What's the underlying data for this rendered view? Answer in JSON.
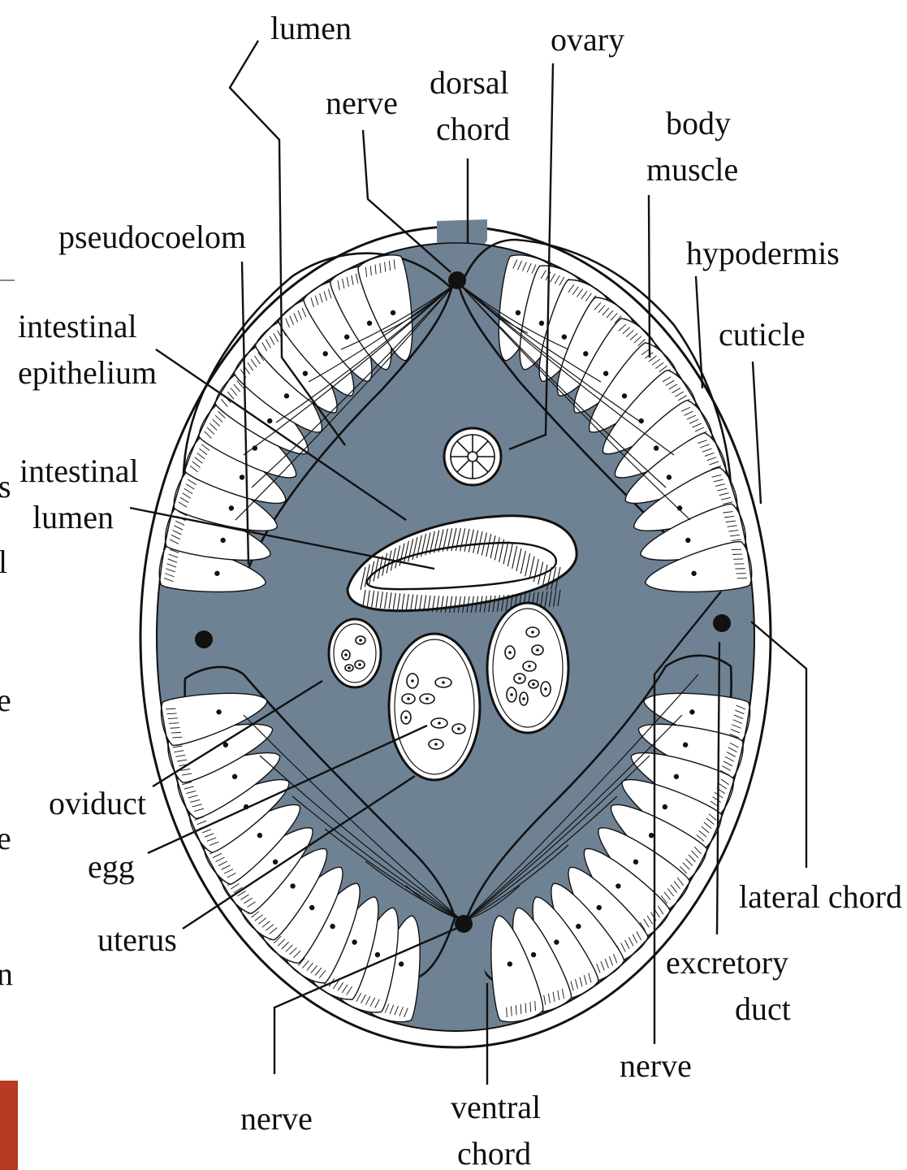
{
  "diagram": {
    "labels": {
      "lumen": "lumen",
      "nerve_dorsal": "nerve",
      "dorsal_chord_1": "dorsal",
      "dorsal_chord_2": "chord",
      "ovary": "ovary",
      "body_muscle_1": "body",
      "body_muscle_2": "muscle",
      "pseudocoelom": "pseudocoelom",
      "hypodermis": "hypodermis",
      "intestinal_epithelium_1": "intestinal",
      "intestinal_epithelium_2": "epithelium",
      "cuticle": "cuticle",
      "intestinal_lumen_1": "intestinal",
      "intestinal_lumen_2": "lumen",
      "oviduct": "oviduct",
      "egg": "egg",
      "uterus": "uterus",
      "lateral_chord": "lateral chord",
      "excretory_duct_1": "excretory",
      "excretory_duct_2": "duct",
      "nerve_lateral": "nerve",
      "nerve_ventral": "nerve",
      "ventral_chord_1": "ventral",
      "ventral_chord_2": "chord"
    },
    "edge_letters": {
      "e1": "s",
      "e2": "l",
      "e3": "e",
      "e4": "e",
      "e5": "n"
    }
  },
  "colors": {
    "hypodermis_fill": "#6f8294",
    "outline": "#111111",
    "slide_accent": "#b83a22"
  }
}
